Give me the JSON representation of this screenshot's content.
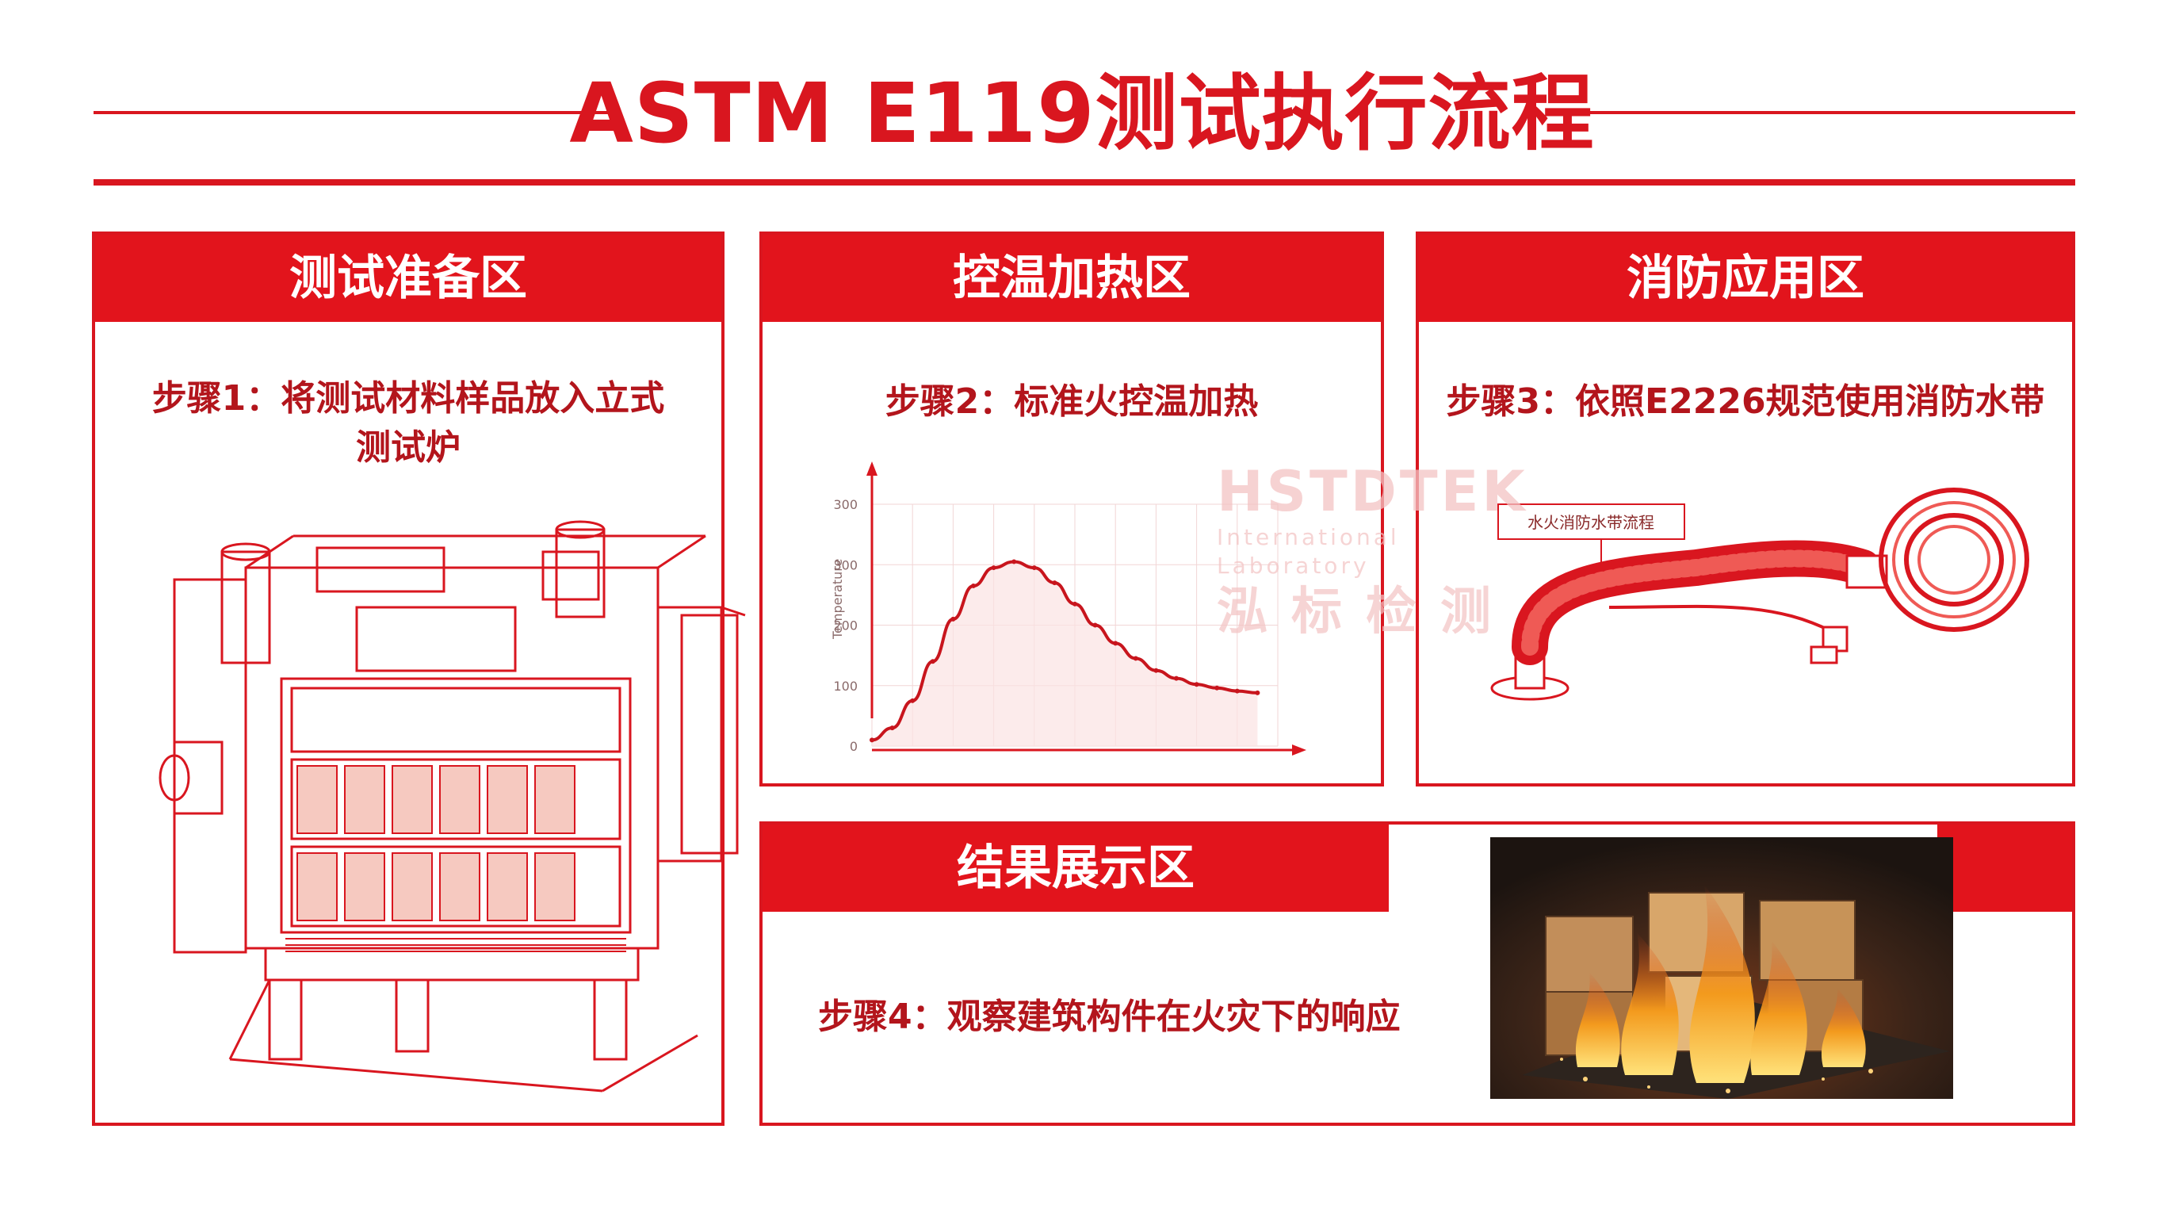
{
  "title": "ASTM E119测试执行流程",
  "colors": {
    "accent": "#e2141c",
    "text_red": "#b3151c",
    "fire": "#f28a1e"
  },
  "panels": {
    "prep": {
      "header": "测试准备区",
      "step_line1": "步骤1：将测试材料样品放入立式",
      "step_line2": "测试炉"
    },
    "heat": {
      "header": "控温加热区",
      "step": "步骤2：标准火控温加热"
    },
    "fire": {
      "header": "消防应用区",
      "step": "步骤3：依照E2226规范使用消防水带",
      "hose_label": "水火消防水带流程"
    },
    "result": {
      "header": "结果展示区",
      "step": "步骤4：观察建筑构件在火灾下的响应"
    }
  },
  "watermark": {
    "brand": "HSTDTEK",
    "sub": "International Laboratory",
    "cn": "泓标检测"
  },
  "chart_data": {
    "type": "line",
    "title": "",
    "xlabel": "",
    "ylabel": "Temperature",
    "y_tick_labels": [
      "0",
      "100",
      "200",
      "300",
      "300"
    ],
    "y_tick_values": [
      0,
      100,
      200,
      300,
      400
    ],
    "ylim": [
      0,
      400
    ],
    "xlim": [
      0,
      10
    ],
    "grid": true,
    "series": [
      {
        "x": [
          0,
          0.5,
          1,
          1.5,
          2,
          2.5,
          3,
          3.5,
          4,
          4.5,
          5,
          5.5,
          6,
          6.5,
          7,
          7.5,
          8,
          8.5,
          9,
          9.5
        ],
        "y": [
          10,
          30,
          75,
          140,
          210,
          265,
          295,
          305,
          295,
          270,
          235,
          200,
          170,
          145,
          125,
          112,
          102,
          96,
          91,
          88
        ]
      }
    ]
  }
}
